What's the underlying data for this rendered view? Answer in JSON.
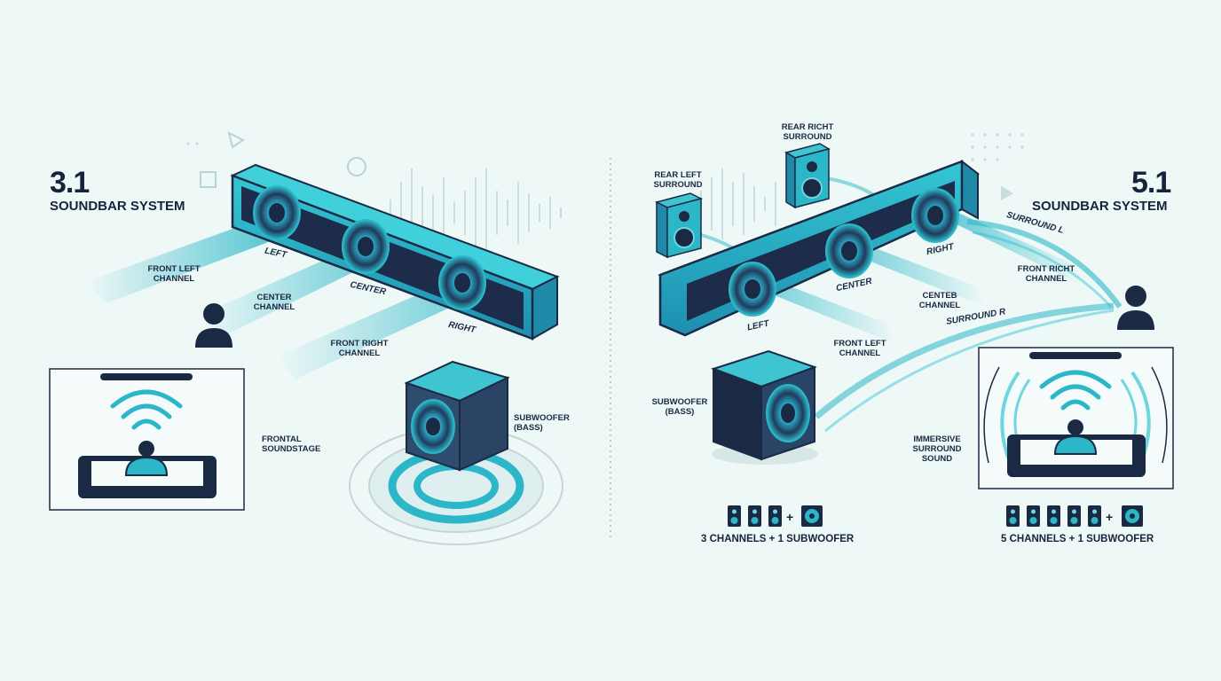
{
  "left_system": {
    "number": "3.1",
    "title": "SOUNDBAR SYSTEM",
    "speaker_labels": {
      "left": "LEFT",
      "center": "CENTER",
      "right": "RIGHT"
    },
    "front_left": "FRONT LEFT\nCHANNEL",
    "center": "CENTER\nCHANNEL",
    "front_right": "FRONT RIGHT\nCHANNEL",
    "subwoofer": "SUBWOOFER\n(BASS)",
    "stage": "FRONTAL\nSOUNDSTAGE",
    "legend": "3 CHANNELS + 1 SUBWOOFER"
  },
  "right_system": {
    "number": "5.1",
    "title": "SOUNDBAR SYSTEM",
    "speaker_labels": {
      "left": "LEFT",
      "center": "CENTER",
      "right": "RIGHT"
    },
    "rear_left": "REAR LEFT\nSURROUND",
    "rear_right": "REAR RICHT\nSURROUND",
    "surround_l": "SURROUND L",
    "surround_r": "SURROUND R",
    "front_right": "FRONT RICHT\nCHANNEL",
    "center": "CENTEB\nCHANNEL",
    "front_left": "FRONT LEFT\nCHANNEL",
    "subwoofer": "SUBWOOFER\n(BASS)",
    "immersive": "IMMERSIVE\nSURROUND\nSOUND",
    "legend": "5 CHANNELS + 1 SUBWOOFER"
  },
  "colors": {
    "background": "#eef8f7",
    "navy": "#1b2a44",
    "teal": "#2bb7c7",
    "teal_light": "#6fd6de"
  },
  "icons": [
    "soundbar-icon",
    "subwoofer-icon",
    "listener-icon",
    "speaker-icon",
    "tv-room-icon"
  ]
}
